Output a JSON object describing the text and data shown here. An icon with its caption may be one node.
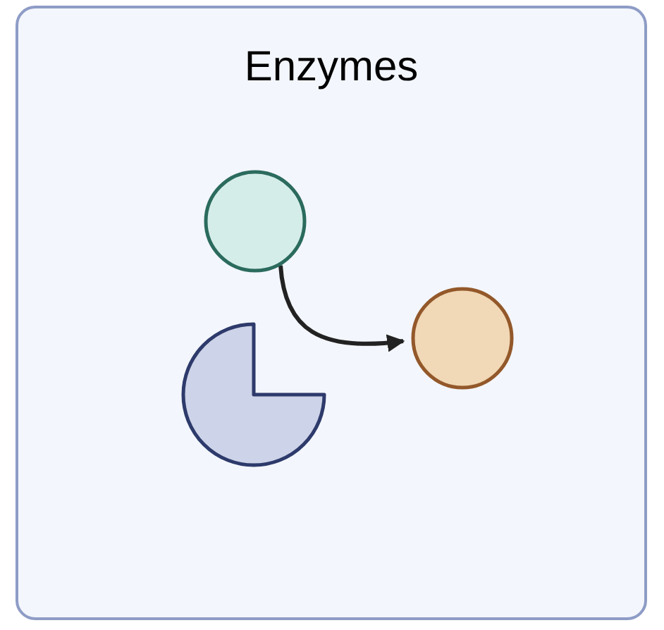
{
  "diagram": {
    "nodes": [
      {
        "text": [
          "Enzymes"
        ]
      },
      {
        "text": [],
        "shape": "circle",
        "in": 0
      },
      {
        "text": [],
        "shape": "pie",
        "in": 0
      },
      {
        "text": [],
        "shape": "circle",
        "in": 0
      }
    ],
    "edges": [
      {
        "from": 1,
        "to": 3,
        "arrow": "to"
      }
    ]
  }
}
